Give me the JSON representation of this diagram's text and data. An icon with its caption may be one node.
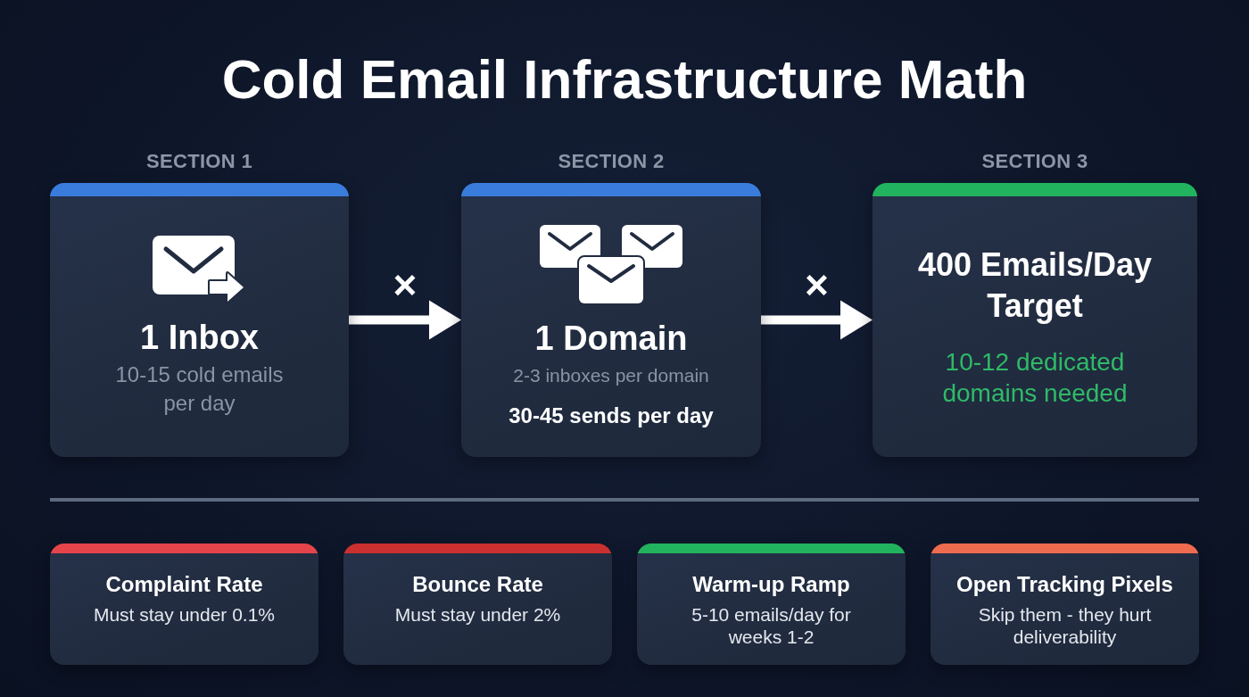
{
  "diagram": {
    "title": "Cold Email Infrastructure Math",
    "nodes": [
      {
        "text": [
          "SECTION 1",
          "1 Inbox",
          "10-15 cold emails per day"
        ]
      },
      {
        "text": [
          "SECTION 2",
          "1 Domain",
          "2-3 inboxes per domain",
          "30-45 sends per day"
        ]
      },
      {
        "text": [
          "SECTION 3",
          "400 Emails/Day Target",
          "10-12 dedicated domains needed"
        ]
      },
      {
        "text": [
          "Complaint Rate",
          "Must stay under 0.1%"
        ]
      },
      {
        "text": [
          "Bounce Rate",
          "Must stay under 2%"
        ]
      },
      {
        "text": [
          "Warm-up Ramp",
          "5-10 emails/day for weeks 1-2"
        ]
      },
      {
        "text": [
          "Open Tracking Pixels",
          "Skip them - they hurt deliverability"
        ]
      }
    ],
    "edges": [
      {
        "from": 0,
        "to": 1,
        "arrow": "to",
        "label": "×"
      },
      {
        "from": 1,
        "to": 2,
        "arrow": "to",
        "label": "×"
      }
    ]
  }
}
